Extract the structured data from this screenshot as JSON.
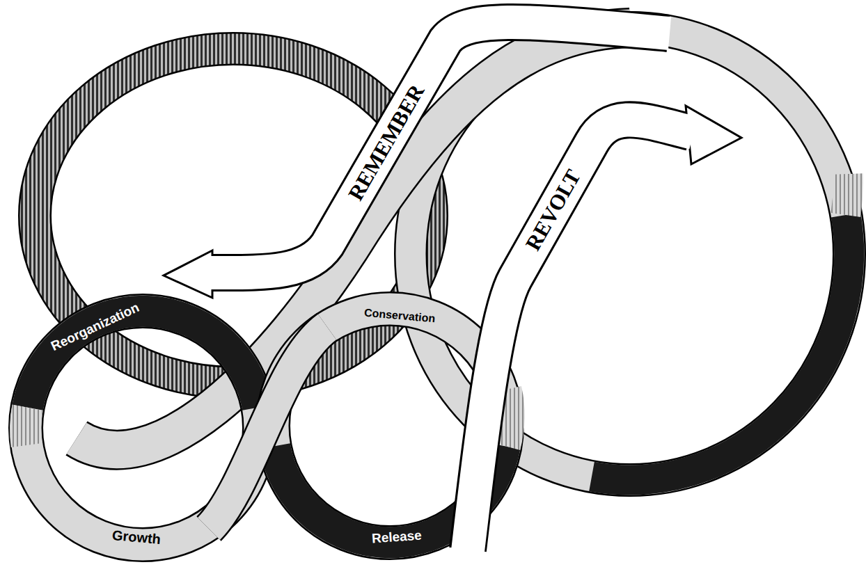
{
  "diagram": {
    "labels": [
      "REMEMBER",
      "REVOLT",
      "Reorganization",
      "Conservation",
      "Growth",
      "Release"
    ]
  }
}
